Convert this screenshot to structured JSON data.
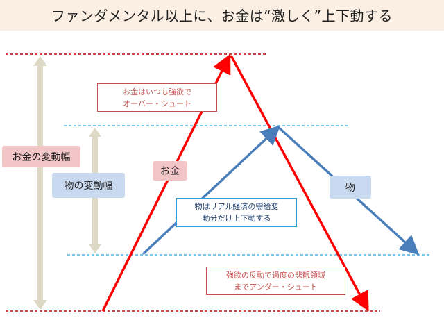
{
  "title": "ファンダメンタル以上に、お金は“激しく”上下動する",
  "labels": {
    "money_range": "お金の変動幅",
    "goods_range": "物の変動幅",
    "money": "お金",
    "goods": "物"
  },
  "notes": {
    "overshoot_line1": "お金はいつも強欲で",
    "overshoot_line2": "オーバー・シュート",
    "goods_line1": "物はリアル経済の需給変",
    "goods_line2": "動分だけ上下動する",
    "undershoot_line1": "強欲の反動で過度の悲観領域",
    "undershoot_line2": "までアンダー・シュート"
  },
  "colors": {
    "title_bg": "#fbefe3",
    "money": "#ff0000",
    "money_dashed": "#c00000",
    "goods": "#4a7ebb",
    "goods_dashed": "#2aa3d9",
    "range_arrow": "#ddd9c4",
    "money_label_bg": "#f2c6c6",
    "goods_label_bg": "#c9d9f0",
    "note_border_red": "#c0504d",
    "note_border_blue": "#2aa3d9"
  }
}
